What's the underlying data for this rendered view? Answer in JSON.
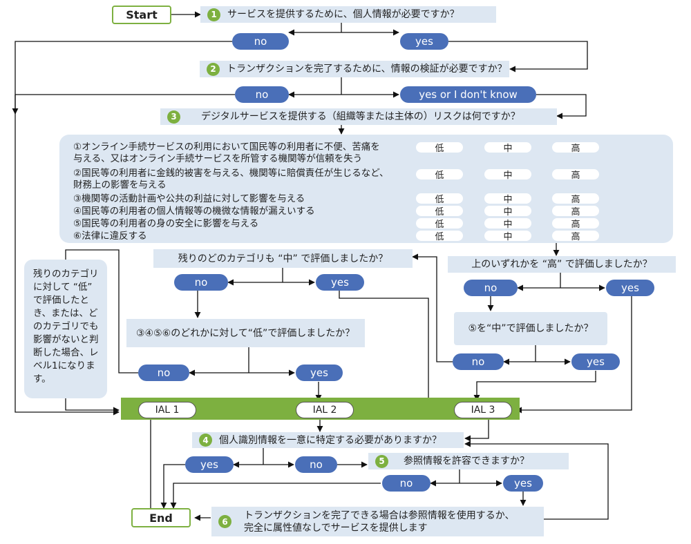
{
  "start_label": "Start",
  "end_label": "End",
  "q1": {
    "num": "1",
    "text": "サービスを提供するために、個人情報が必要ですか？"
  },
  "q2": {
    "num": "2",
    "text": "トランザクションを完了するために、情報の検証が必要ですか？"
  },
  "q3": {
    "num": "3",
    "text": "デジタルサービスを提供する（組織等または主体の）リスクは何ですか？"
  },
  "q4": {
    "num": "4",
    "text": "個人識別情報を一意に特定する必要がありますか？"
  },
  "q5": {
    "num": "5",
    "text": "参照情報を許容できますか？"
  },
  "q6": {
    "num": "6",
    "line1": "トランザクションを完了できる場合は参照情報を使用するか、",
    "line2": "完全に属性値なしでサービスを提供します"
  },
  "answers": {
    "no": "no",
    "yes": "yes",
    "yes_or_idk": "yes or I don't know"
  },
  "ratings": {
    "low": "低",
    "mid": "中",
    "high": "高"
  },
  "categories": [
    {
      "line1": "①オンライン手続サービスの利用において国民等の利用者に不便、苦痛を",
      "line2": "与える、又はオンライン手続サービスを所管する機関等が信頼を失う"
    },
    {
      "line1": "②国民等の利用者に金銭的被害を与える、機関等に賠償責任が生じるなど、",
      "line2": "財務上の影響を与える"
    },
    {
      "line1": "③機関等の活動計画や公共の利益に対して影響を与える"
    },
    {
      "line1": "④国民等の利用者の個人情報等の機微な情報が漏えいする"
    },
    {
      "line1": "⑤国民等の利用者の身の安全に影響を与える"
    },
    {
      "line1": "⑥法律に違反する"
    }
  ],
  "q_remaining_mid": "残りのどのカテゴリも “中” で評価しましたか？",
  "q_any_high": "上のいずれかを “高” で評価しましたか？",
  "q_any_low": "③④⑤⑥のどれかに対して“低”で評価しましたか？",
  "q_five_mid": "⑤を“中”で評価しましたか？",
  "side_note": "残りのカテゴリに対して “低” で評価したとき、または、どのカテゴリでも影響がないと判断した場合、レベル1になります。",
  "ial": [
    "IAL 1",
    "IAL 2",
    "IAL 3"
  ],
  "colors": {
    "accent_green": "#7db040",
    "pill_blue": "#4a6fb8",
    "box_bg": "#dde7f2"
  }
}
